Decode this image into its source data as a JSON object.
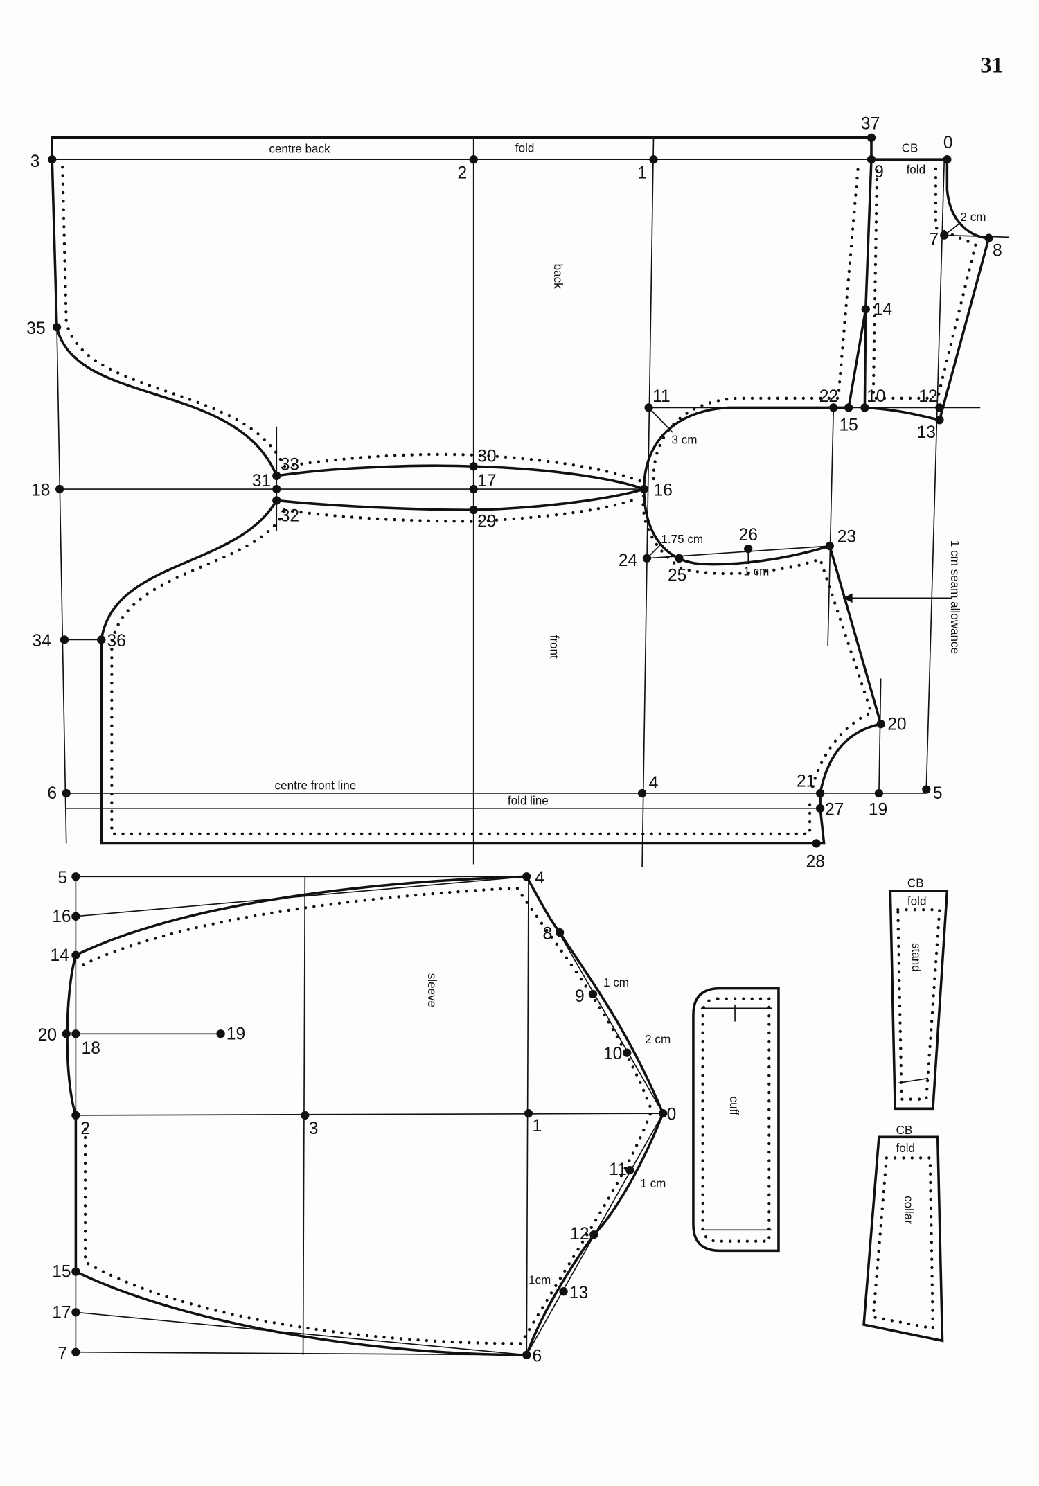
{
  "page_number": "31",
  "bodice": {
    "labels": {
      "centre_back": "centre back",
      "fold": "fold",
      "back": "back",
      "front": "front",
      "cb": "CB",
      "cb_fold": "fold",
      "neck_2cm": "2 cm",
      "armhole_3cm": "3 cm",
      "armhole_175cm": "1.75 cm",
      "curve_1cm": "1 cm",
      "seam_allowance": "1 cm seam allowance",
      "centre_front_line": "centre front line",
      "fold_line": "fold line"
    },
    "points": [
      "0",
      "1",
      "2",
      "3",
      "4",
      "5",
      "6",
      "7",
      "8",
      "9",
      "10",
      "11",
      "12",
      "13",
      "14",
      "15",
      "16",
      "17",
      "18",
      "19",
      "20",
      "21",
      "22",
      "23",
      "24",
      "25",
      "26",
      "27",
      "28",
      "29",
      "30",
      "31",
      "32",
      "33",
      "34",
      "35",
      "36",
      "37"
    ]
  },
  "sleeve": {
    "labels": {
      "sleeve": "sleeve",
      "offset_9": "1 cm",
      "offset_10": "2 cm",
      "offset_11": "1 cm",
      "offset_13": "1cm"
    },
    "points": [
      "0",
      "1",
      "2",
      "3",
      "4",
      "5",
      "6",
      "7",
      "8",
      "9",
      "10",
      "11",
      "12",
      "13",
      "14",
      "15",
      "16",
      "17",
      "18",
      "19",
      "20"
    ]
  },
  "cuff": {
    "label": "cuff"
  },
  "stand": {
    "cb": "CB",
    "fold": "fold",
    "label": "stand"
  },
  "collar": {
    "cb": "CB",
    "fold": "fold",
    "label": "collar"
  }
}
